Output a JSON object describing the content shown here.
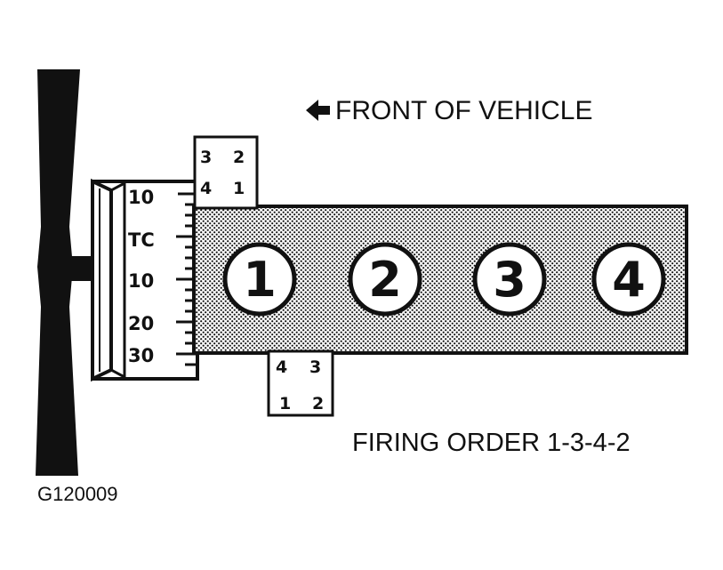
{
  "front_label": "FRONT OF VEHICLE",
  "firing_order_label": "FIRING ORDER  1-3-4-2",
  "figure_id": "G120009",
  "timing_scale": {
    "labels": [
      "10",
      "TC",
      "10",
      "20",
      "30"
    ]
  },
  "cylinders": [
    "1",
    "2",
    "3",
    "4"
  ],
  "distributor_top": {
    "row1": [
      "3",
      "2"
    ],
    "row2": [
      "4",
      "1"
    ]
  },
  "distributor_bottom": {
    "row1": [
      "4",
      "3"
    ],
    "row2": [
      "1",
      "2"
    ]
  },
  "colors": {
    "ink": "#111111",
    "block_fill": "#cfcfcf",
    "background": "#ffffff"
  },
  "icons": {
    "front_arrow": "left-arrow-icon"
  }
}
